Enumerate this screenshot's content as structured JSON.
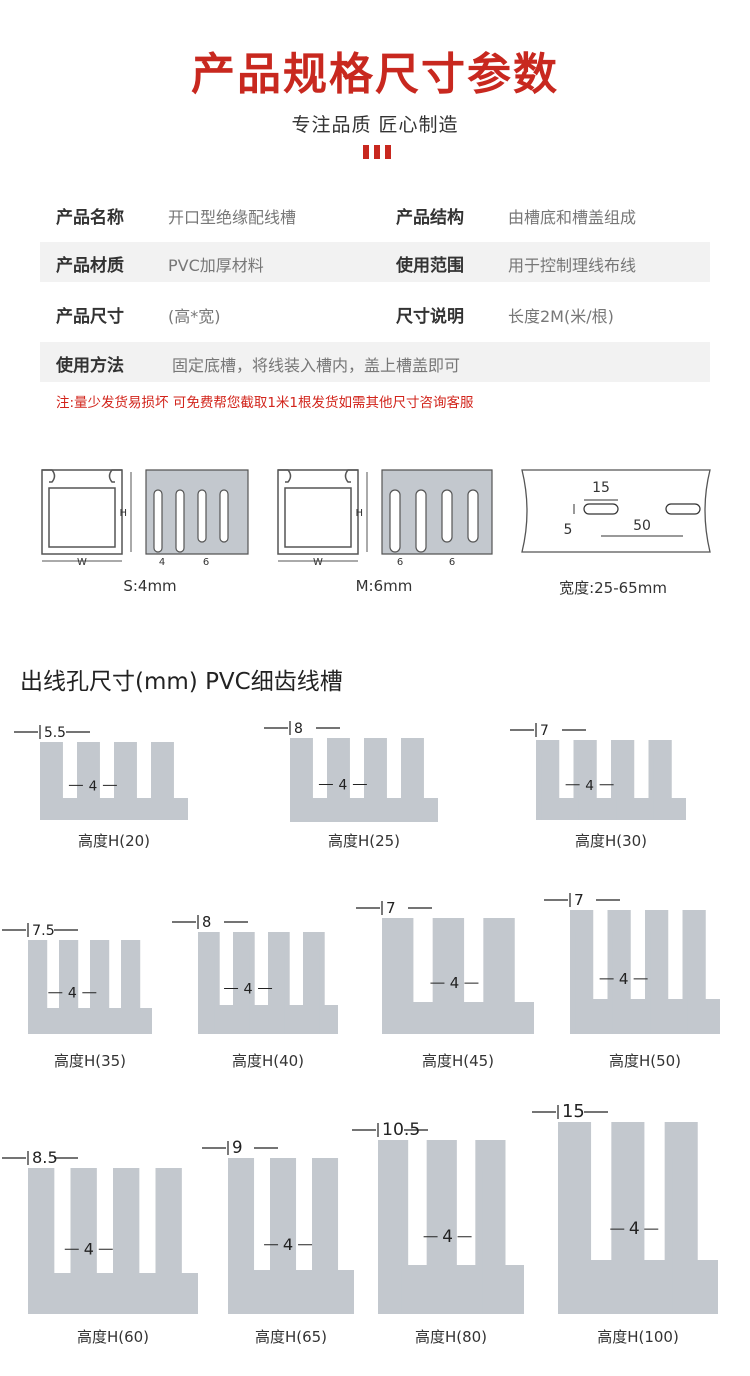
{
  "header": {
    "title": "产品规格尺寸参数",
    "subtitle": "专注品质 匠心制造",
    "accent_color": "#c8281f"
  },
  "specs": [
    {
      "k1": "产品名称",
      "v1": "开口型绝缘配线槽",
      "k2": "产品结构",
      "v2": "由槽底和槽盖组成"
    },
    {
      "k1": "产品材质",
      "v1": "PVC加厚材料",
      "k2": "使用范围",
      "v2": "用于控制理线布线"
    },
    {
      "k1": "产品尺寸",
      "v1": "(高*宽)",
      "k2": "尺寸说明",
      "v2": "长度2M(米/根)"
    },
    {
      "k1": "使用方法",
      "v1": "固定底槽，将线装入槽内，盖上槽盖即可"
    }
  ],
  "note": "注:量少发货易损坏 可免费帮您截取1米1根发货如需其他尺寸咨询客服",
  "diagrams": {
    "h_label": "H",
    "w_label": "W",
    "s_gap": "4",
    "m_gap": "6",
    "bar_gap": "6",
    "s_caption": "S:4mm",
    "m_caption": "M:6mm",
    "hole_w": "15",
    "hole_h": "5",
    "hole_pitch": "50",
    "width_caption": "宽度:25-65mm"
  },
  "section_title": "出线孔尺寸(mm) PVC细齿线槽",
  "combs": [
    {
      "top": "5.5",
      "gap": "4",
      "label": "高度H(20)"
    },
    {
      "top": "8",
      "gap": "4",
      "label": "高度H(25)"
    },
    {
      "top": "7",
      "gap": "4",
      "label": "高度H(30)"
    },
    {
      "top": "7.5",
      "gap": "4",
      "label": "高度H(35)"
    },
    {
      "top": "8",
      "gap": "4",
      "label": "高度H(40)"
    },
    {
      "top": "7",
      "gap": "4",
      "label": "高度H(45)"
    },
    {
      "top": "7",
      "gap": "4",
      "label": "高度H(50)"
    },
    {
      "top": "8.5",
      "gap": "4",
      "label": "高度H(60)"
    },
    {
      "top": "9",
      "gap": "4",
      "label": "高度H(65)"
    },
    {
      "top": "10.5",
      "gap": "4",
      "label": "高度H(80)"
    },
    {
      "top": "15",
      "gap": "4",
      "label": "高度H(100)"
    }
  ],
  "comb_color": "#c3c8ce"
}
